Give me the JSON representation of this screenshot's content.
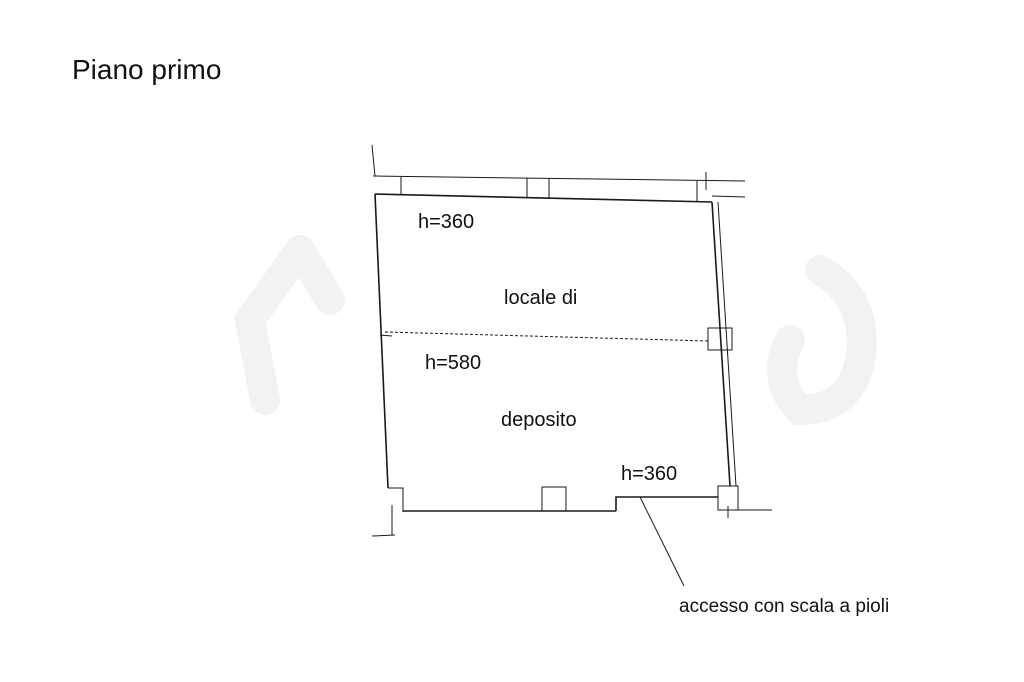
{
  "plan": {
    "title": "Piano primo",
    "labels": {
      "height_top": "h=360",
      "room_line1": "locale di",
      "height_middle": "h=580",
      "room_line2": "deposito",
      "height_bottom": "h=360",
      "access_note": "accesso con scala a pioli"
    }
  }
}
